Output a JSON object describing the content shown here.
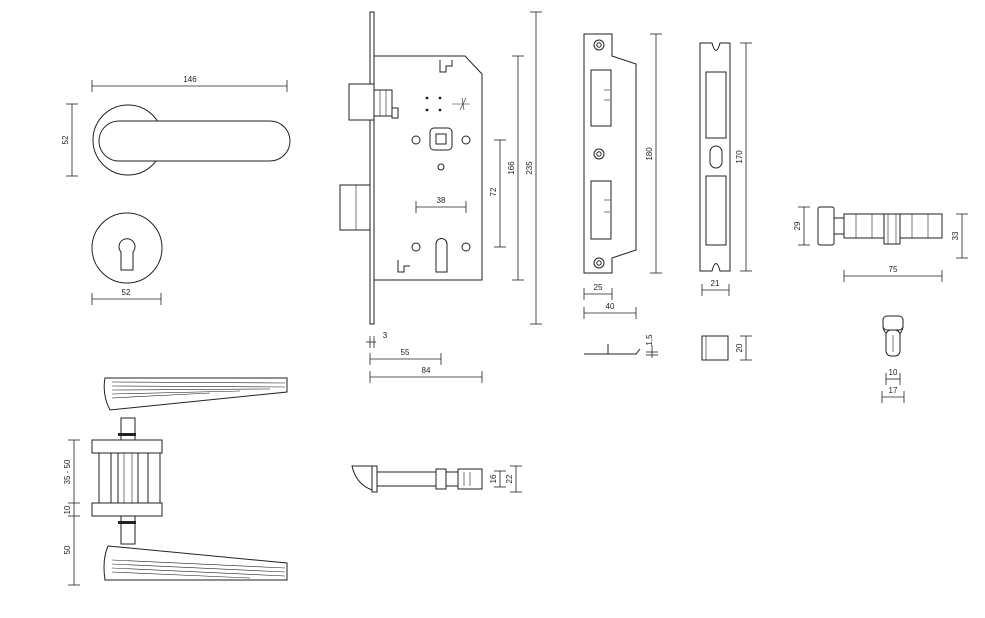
{
  "dimensions": {
    "handle_width": "146",
    "handle_height": "52",
    "rose_diameter": "52",
    "lock_height_total": "235",
    "lock_height_body": "166",
    "lock_distance": "72",
    "lock_backset_inner": "38",
    "lock_faceplate": "3",
    "lock_backset": "55",
    "lock_depth": "84",
    "latch_16": "16",
    "latch_22": "22",
    "strike_height": "180",
    "strike_width": "25",
    "strike_width_total": "40",
    "strike_thickness": "1,5",
    "box_height": "170",
    "box_width": "21",
    "box_depth": "20",
    "cyl_knob_height": "29",
    "cyl_height": "33",
    "cyl_length": "75",
    "cyl_width_10": "10",
    "cyl_width_17": "17",
    "door_dim_50_top": "35 - 50",
    "door_dim_10": "10",
    "door_dim_50_bottom": "50"
  },
  "colors": {
    "line": "#222222",
    "background": "#ffffff"
  }
}
